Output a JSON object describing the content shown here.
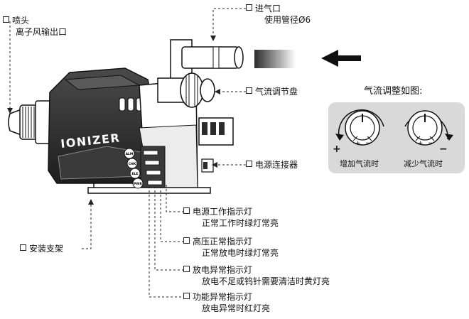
{
  "labels": {
    "nozzle": {
      "title": "喷头",
      "desc": "离子风输出口"
    },
    "air_inlet": {
      "title": "进气口",
      "desc": "使用管径Ø6"
    },
    "flow_dial": {
      "title": "气流调节盘"
    },
    "power_connector": {
      "title": "电源连接器"
    },
    "mount_bracket": {
      "title": "安装支架"
    },
    "power_led": {
      "title": "电源工作指示灯",
      "desc": "正常工作时绿灯常亮"
    },
    "hv_led": {
      "title": "高压正常指示灯",
      "desc": "正常放电时绿灯常亮"
    },
    "discharge_led": {
      "title": "放电异常指示灯",
      "desc": "放电不足或钨针需要清洁时黄灯亮"
    },
    "function_led": {
      "title": "功能异常指示灯",
      "desc": "放电异常时红灯亮"
    }
  },
  "device": {
    "brand": "IONIZER",
    "indicators": [
      "ALM",
      "CHK",
      "ELE",
      "PWR"
    ]
  },
  "flow_panel": {
    "title": "气流调整如图:",
    "increase_caption": "增加气流时",
    "decrease_caption": "减少气流时",
    "plus": "+",
    "minus": "−",
    "knob_plus": "+",
    "knob_minus": "−"
  },
  "colors": {
    "panel_bg": "#d9d9d9",
    "device_body": "#2b2b2b",
    "outline": "#111111"
  }
}
